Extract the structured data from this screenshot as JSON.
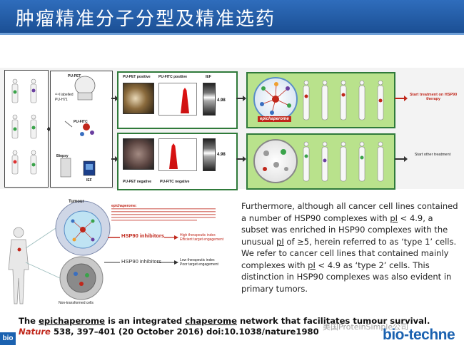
{
  "slide": {
    "title": "肿瘤精准分子分型及精准选药"
  },
  "figure": {
    "pu_pet": "PU-PET",
    "labeled": "¹²⁴I labelled",
    "pu_h71": "PU-H71",
    "pu_fitc": "PU-FITC",
    "biopsy": "Biopsy",
    "ief_label": "IEF",
    "row1": {
      "pet_label": "PU-PET positive",
      "fitc_label": "PU-FITC positive",
      "ief": "IEF",
      "ief_value": "4.98",
      "network_label": "epichaperome",
      "outcome": "Start treatment on HSP90 therapy"
    },
    "row2": {
      "pet_label": "PU-PET negative",
      "fitc_label": "PU-FITC negative",
      "ief_value": "4.98",
      "outcome": "Start other treatment"
    }
  },
  "diagram": {
    "tumour": "Tumour",
    "non_transformed": "Non-transformed cells",
    "epichaperome": "epichaperome:",
    "hsp90_inhibitors_red": "HSP90 inhibitors",
    "high_index": "High therapeutic index",
    "efficient": "Efficient target engagement",
    "hsp90_inhibitors_black": "HSP90 inhibitors",
    "low_index": "Low therapeutic index",
    "poor": "Poor target engagement"
  },
  "text": {
    "part1": "Furthermore, although all cancer cell lines contained a number of HSP90 complexes with ",
    "pi1": "pI",
    "part2": " < 4.9, a subset was enriched in HSP90 complexes with the unusual ",
    "pi2": "pI",
    "part3": " of ≥5, herein referred to as ‘type 1’ cells. We refer to cancer cell lines that contained mainly complexes with ",
    "pi3": "pI",
    "part4": " < 4.9 as ‘type 2’ cells. This distinction in HSP90 complexes was also evident in primary tumors."
  },
  "caption": {
    "pre": "The ",
    "word1": "epichaperome",
    "mid": " is an integrated ",
    "word2": "chaperome",
    "post": " network that facilitates tumour survival."
  },
  "citation": {
    "journal": "Nature",
    "rest": " 538, 397–401 (20 October 2016) doi:10.1038/nature1980"
  },
  "footer": {
    "bio_badge": "bio",
    "brand": "bio-techne",
    "watermark": "美国ProteinSimple公司"
  }
}
